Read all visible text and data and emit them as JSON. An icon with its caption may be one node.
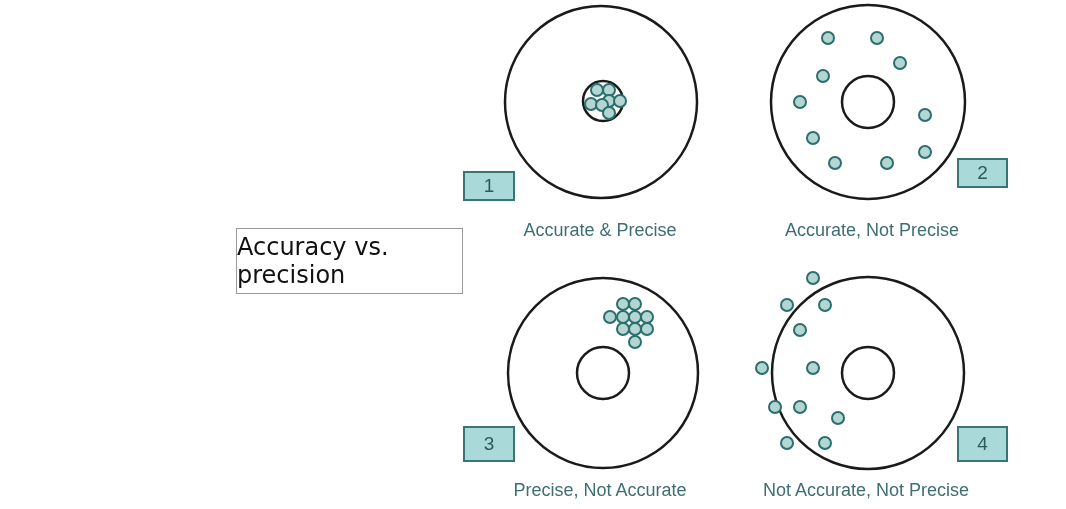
{
  "diagram": {
    "nodes": [
      {
        "text": [
          "Accuracy vs. precision"
        ]
      },
      {
        "text": [
          "1"
        ]
      },
      {
        "text": [
          "2"
        ]
      },
      {
        "text": [
          "3"
        ]
      },
      {
        "text": [
          "4"
        ]
      }
    ],
    "labels": [
      "Accurate & Precise",
      "Accurate, Not Precise",
      "Precise, Not Accurate",
      "Not Accurate, Not Precise"
    ]
  }
}
